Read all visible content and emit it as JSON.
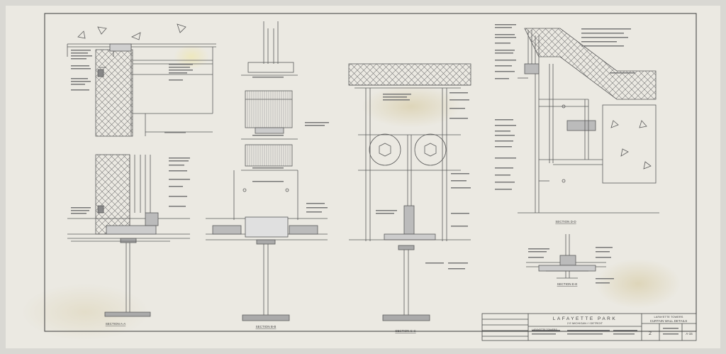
{
  "title_block": {
    "project": "LAFAYETTE PARK",
    "address": "2 E MICHIGAN / I DETROIT",
    "building": "LAFAYETTE TOWERS",
    "sheet_title": "CURTAIN WALL DETAILS",
    "sheet_number": "A-15",
    "sheet_seq": "2"
  },
  "sections": [
    {
      "id": "a",
      "label": "SECTION A-A"
    },
    {
      "id": "b",
      "label": "SECTION B-B"
    },
    {
      "id": "c",
      "label": "SECTION C-C"
    },
    {
      "id": "d",
      "label": "SECTION D-D"
    },
    {
      "id": "e",
      "label": "SECTION E-E"
    }
  ],
  "colors": {
    "paper": "#ebe9e2",
    "ink": "#5a5a5a",
    "stain": "#e6dcbf",
    "border": "#3a3a3a"
  }
}
